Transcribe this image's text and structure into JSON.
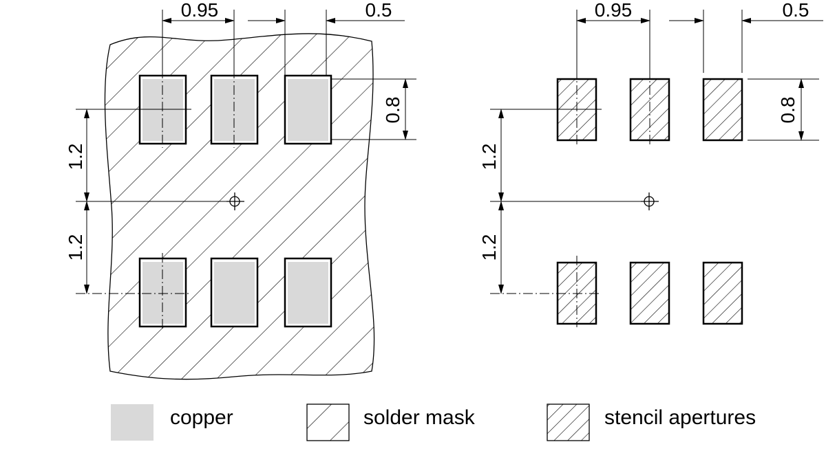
{
  "left_view": {
    "dims": {
      "pitch_x": "0.95",
      "pad_width": "0.5",
      "pad_height": "0.8",
      "pitch_y_top": "1.2",
      "pitch_y_bottom": "1.2"
    }
  },
  "right_view": {
    "dims": {
      "pitch_x": "0.95",
      "pad_width": "0.5",
      "pad_height": "0.8",
      "pitch_y_top": "1.2",
      "pitch_y_bottom": "1.2"
    }
  },
  "legend": {
    "items": [
      {
        "label": "copper",
        "swatch": "copper"
      },
      {
        "label": "solder mask",
        "swatch": "solder-mask"
      },
      {
        "label": "stencil apertures",
        "swatch": "stencil"
      }
    ]
  },
  "colors": {
    "line": "#000000",
    "copper": "#d9d9d9",
    "background": "#ffffff"
  }
}
